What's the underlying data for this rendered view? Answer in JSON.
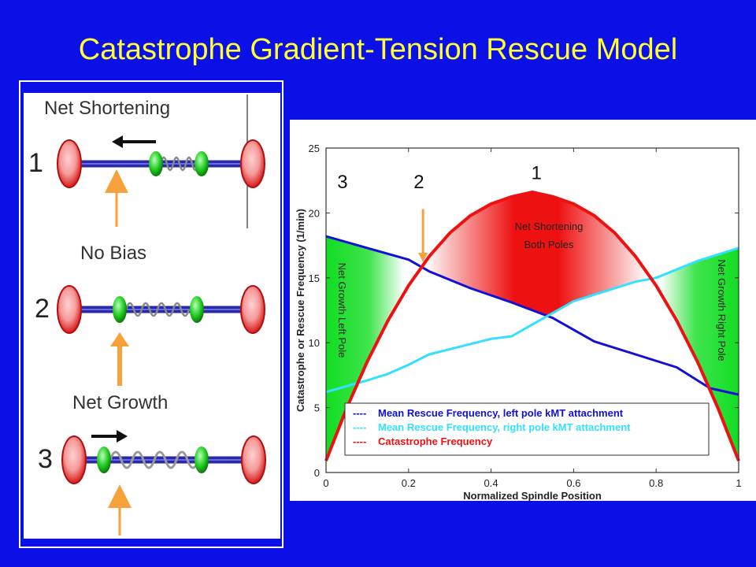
{
  "title": "Catastrophe Gradient-Tension Rescue Model",
  "left_panel": {
    "states": [
      {
        "number": "1",
        "label": "Net Shortening"
      },
      {
        "number": "2",
        "label": "No Bias"
      },
      {
        "number": "3",
        "label": "Net Growth"
      }
    ]
  },
  "chart_data": {
    "type": "line",
    "xlabel": "Normalized Spindle Position",
    "ylabel": "Catastrophe or Rescue Frequency (1/min)",
    "xlim": [
      0,
      1
    ],
    "ylim": [
      0,
      25
    ],
    "xticks": [
      "0",
      "0.2",
      "0.4",
      "0.6",
      "0.8",
      "1"
    ],
    "yticks": [
      "0",
      "5",
      "10",
      "15",
      "20",
      "25"
    ],
    "grid": false,
    "legend_position": "bottom-center",
    "series": [
      {
        "name": "Mean Rescue Frequency, left pole kMT attachment",
        "color": "#1010d8",
        "x": [
          0,
          0.1,
          0.2,
          0.25,
          0.35,
          0.45,
          0.55,
          0.65,
          0.75,
          0.85,
          0.93,
          1.0
        ],
        "y": [
          18.2,
          17.3,
          16.4,
          15.5,
          14.2,
          13.1,
          11.9,
          10.1,
          9.1,
          8.1,
          6.5,
          6.0
        ]
      },
      {
        "name": "Mean Rescue Frequency, right pole kMT attachment",
        "color": "#33e0ff",
        "x": [
          0,
          0.1,
          0.15,
          0.2,
          0.25,
          0.3,
          0.4,
          0.45,
          0.5,
          0.55,
          0.6,
          0.7,
          0.75,
          0.8,
          0.9,
          1.0
        ],
        "y": [
          6.2,
          7.1,
          7.6,
          8.3,
          9.1,
          9.5,
          10.3,
          10.5,
          11.4,
          12.3,
          13.2,
          14.2,
          14.7,
          15.0,
          16.3,
          17.3
        ]
      },
      {
        "name": "Catastrophe Frequency",
        "color": "#ee1111",
        "x": [
          0,
          0.05,
          0.1,
          0.15,
          0.2,
          0.25,
          0.3,
          0.35,
          0.4,
          0.45,
          0.5,
          0.55,
          0.6,
          0.65,
          0.7,
          0.75,
          0.8,
          0.85,
          0.9,
          0.95,
          1.0
        ],
        "y": [
          0.9,
          4.95,
          8.55,
          11.7,
          14.4,
          16.65,
          18.45,
          19.8,
          20.7,
          21.25,
          21.6,
          21.25,
          20.7,
          19.8,
          18.45,
          16.65,
          14.4,
          11.7,
          8.55,
          4.95,
          0.9
        ]
      }
    ],
    "legend_prefix": "----",
    "region_labels": [
      {
        "text": "Net Shortening",
        "text2": "Both Poles",
        "color": "#ee1111"
      },
      {
        "text": "Net Growth Left Pole",
        "color": "#11dd22"
      },
      {
        "text": "Net Growth Right Pole",
        "color": "#11dd22"
      }
    ],
    "point_labels": [
      {
        "text": "1",
        "x": 0.51,
        "y": 23.2
      },
      {
        "text": "2",
        "x": 0.225,
        "y": 22.5
      },
      {
        "text": "3",
        "x": 0.04,
        "y": 22.5
      }
    ],
    "arrow": {
      "x": 0.235,
      "y_from": 20.3,
      "y_to": 16.2,
      "color": "#f7a13a"
    }
  }
}
